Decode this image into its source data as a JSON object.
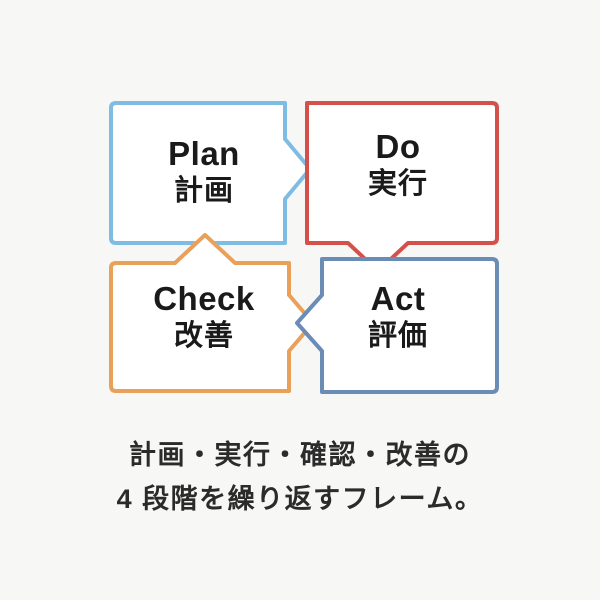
{
  "diagram": {
    "type": "pdca-cycle",
    "background_color": "#f7f7f5",
    "text_color": "#1a1a1a",
    "cells": [
      {
        "key": "plan",
        "en": "Plan",
        "ja": "計画",
        "color": "#7fbce4",
        "position": "top-left",
        "arrow": "right"
      },
      {
        "key": "do",
        "en": "Do",
        "ja": "実行",
        "color": "#d4514b",
        "position": "top-right",
        "arrow": "down"
      },
      {
        "key": "check",
        "en": "Check",
        "ja": "改善",
        "color": "#e9a15a",
        "position": "bottom-left",
        "arrow": "up"
      },
      {
        "key": "act",
        "en": "Act",
        "ja": "評価",
        "color": "#6a8cb5",
        "position": "bottom-right",
        "arrow": "left"
      }
    ]
  },
  "caption": {
    "line1": "計画・実行・確認・改善の",
    "line2": "4 段階を繰り返すフレーム。"
  }
}
